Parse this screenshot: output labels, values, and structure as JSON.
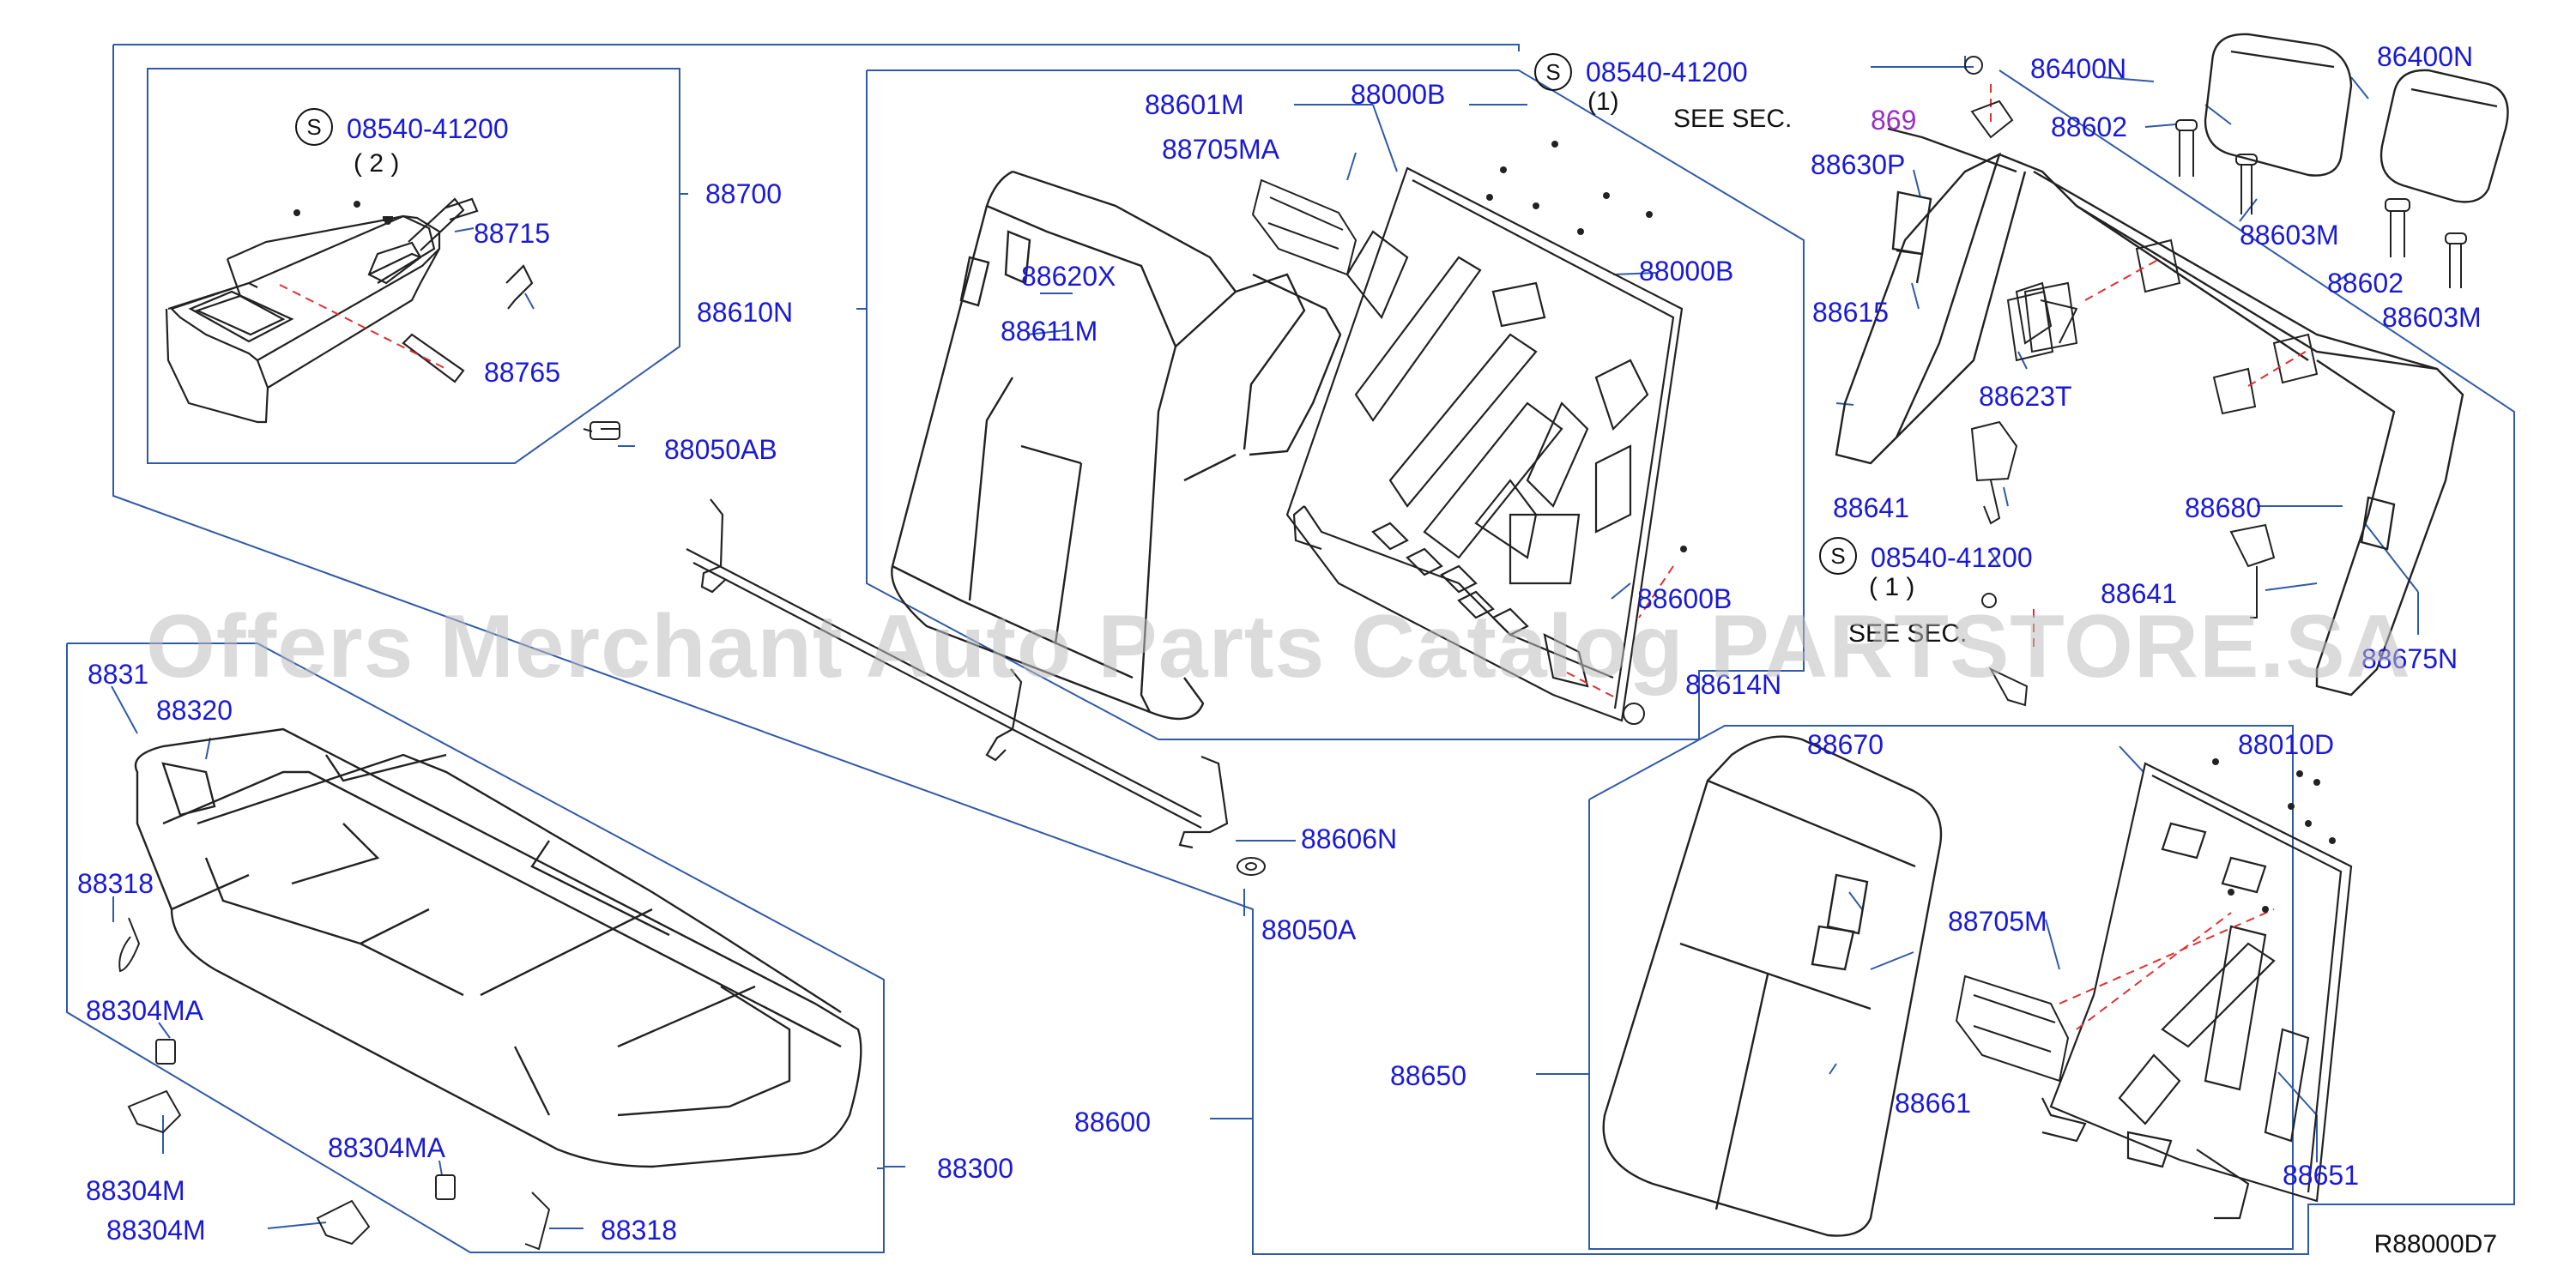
{
  "labels": {
    "p88700": "88700",
    "p88715": "88715",
    "p88765": "88765",
    "p88050AB": "88050AB",
    "p88610N": "88610N",
    "p88601M": "88601M",
    "p88705MA": "88705MA",
    "p88000B_top": "88000B",
    "p88000B_mid": "88000B",
    "p88620X": "88620X",
    "p88611M": "88611M",
    "p88600B": "88600B",
    "p88614N": "88614N",
    "p88606N": "88606N",
    "p88050A": "88050A",
    "p88600": "88600",
    "p86400N_a": "86400N",
    "p86400N_b": "86400N",
    "p869": "869",
    "p88602_a": "88602",
    "p88603M_a": "88603M",
    "p88602_b": "88602",
    "p88603M_b": "88603M",
    "p88630P": "88630P",
    "p88615": "88615",
    "p88623T": "88623T",
    "p88641_a": "88641",
    "p88641_b": "88641",
    "p88680": "88680",
    "p88675N": "88675N",
    "p88670": "88670",
    "p88010D": "88010D",
    "p88705M": "88705M",
    "p88650": "88650",
    "p88661": "88661",
    "p88651": "88651",
    "p88320": "88320",
    "p8831": "8831",
    "p88318_a": "88318",
    "p88304MA_a": "88304MA",
    "p88304M_a": "88304M",
    "p88304MA_b": "88304MA",
    "p88304M_b": "88304M",
    "p88318_b": "88318",
    "p88300": "88300"
  },
  "screw_refs": [
    {
      "part": "08540-41200",
      "qty": "( 2 )"
    },
    {
      "part": "08540-41200",
      "qty": "(1)"
    },
    {
      "part": "08540-41200",
      "qty": "( 1 )"
    }
  ],
  "see_sec": [
    "SEE SEC.",
    "SEE SEC."
  ],
  "s_symbol": "S",
  "watermark": "Offers Merchant Auto Parts Catalog PARTSTORE.SA",
  "diagram_code": "R88000D7",
  "colors": {
    "label": "#1a1ad6",
    "line": "#2f5aa8",
    "drawing": "#222222",
    "dashed": "#e03030",
    "see_sec_ref": "#9a2ec8"
  }
}
